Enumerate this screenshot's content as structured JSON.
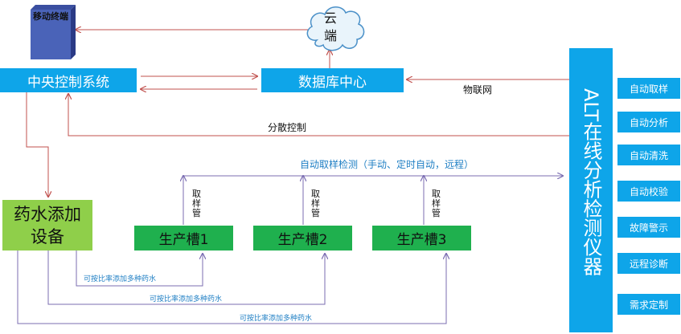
{
  "nodes": {
    "mobile": "移动终端",
    "cloud": "云端",
    "central": "中央控制系统",
    "database": "数据库中心",
    "dosing": "药水添加设备",
    "tank1": "生产槽1",
    "tank2": "生产槽2",
    "tank3": "生产槽3",
    "analyzer": "ALT在线分析检测仪器"
  },
  "labels": {
    "iot": "物联网",
    "distributed": "分散控制",
    "auto_sampling": "自动取样检测（手动、定时自动，远程）",
    "sampling_tube": "取样管",
    "ratio_dosing": "可按比率添加多种药水"
  },
  "features": [
    "自动取样",
    "自动分析",
    "自动清洗",
    "自动校验",
    "故障警示",
    "远程诊断",
    "需求定制"
  ],
  "colors": {
    "blue": "#0ea5e9",
    "green": "#1fb04e",
    "light_green": "#8fcf4a",
    "arrow_red": "#c0504d",
    "arrow_purple": "#7b6db2",
    "label_blue": "#1f7fc4"
  }
}
